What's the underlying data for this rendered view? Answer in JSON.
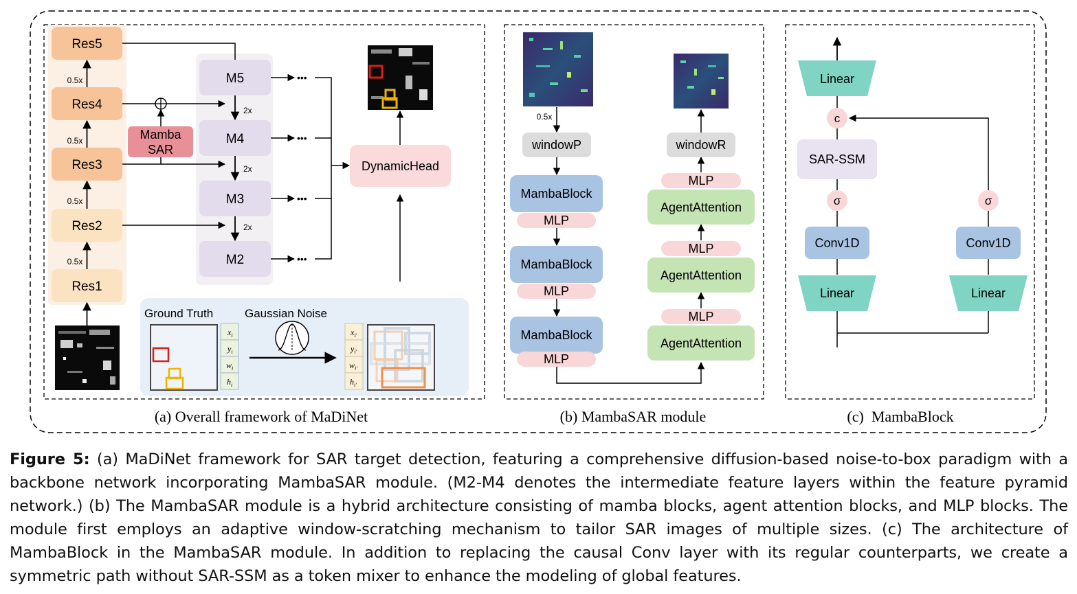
{
  "panel_a": {
    "caption": "(a) Overall framework of MaDiNet",
    "res": [
      "Res5",
      "Res4",
      "Res3",
      "Res2",
      "Res1"
    ],
    "scale_labels": [
      "0.5x",
      "0.5x",
      "0.5x",
      "0.5x"
    ],
    "mamba_sar": [
      "Mamba",
      "SAR"
    ],
    "m_layers": [
      "M5",
      "M4",
      "M3",
      "M2"
    ],
    "upsample": [
      "2x",
      "2x",
      "2x"
    ],
    "dynamic_head": "DynamicHead",
    "ground_truth": "Ground Truth",
    "gaussian_noise": "Gaussian Noise",
    "gt_vector": [
      "x",
      "y",
      "w",
      "h"
    ],
    "gt_subscript": "i",
    "noisy_subscript": "i'",
    "ellipsis": "•••"
  },
  "panel_b": {
    "caption": "(b) MambaSAR module",
    "scale_label": "0.5x",
    "window_p": "windowP",
    "window_r": "windowR",
    "mamba_block": "MambaBlock",
    "mlp": "MLP",
    "agent_attention": "AgentAttention"
  },
  "panel_c": {
    "caption": "(c)  MambaBlock",
    "linear": "Linear",
    "concat": "c",
    "sar_ssm": "SAR-SSM",
    "sigma": "σ",
    "conv1d": "Conv1D"
  },
  "caption": {
    "label": "Figure 5:",
    "text": " (a) MaDiNet framework for SAR target detection, featuring a comprehensive diffusion-based noise-to-box paradigm with a backbone network incorporating MambaSAR module. (M2-M4 denotes the intermediate feature layers within the feature pyramid network.) (b) The MambaSAR module is a hybrid architecture consisting of mamba blocks, agent attention blocks, and MLP blocks. The module first employs an adaptive window-scratching mechanism to tailor SAR images of multiple sizes. (c) The architecture of MambaBlock in the MambaSAR module. In addition to replacing the causal Conv layer with its regular counterparts, we create a symmetric path without SAR-SSM as a token mixer to enhance the modeling of global features."
  },
  "colors": {
    "res_dark": "#f7c499",
    "res_light": "#fbe3c2",
    "backbone_bg": "#fcefe3",
    "mamba_sar": "#e98f98",
    "m_box": "#e3dcec",
    "dynamic_head": "#fadada",
    "mamba_block": "#a9c4e3",
    "mlp": "#f9d6d8",
    "agent_attention": "#c5e4b4",
    "window": "#dcdcdc",
    "linear": "#7fd4c3",
    "sar_ssm": "#e8e2f1",
    "noise_panel": "#e6eff8"
  }
}
